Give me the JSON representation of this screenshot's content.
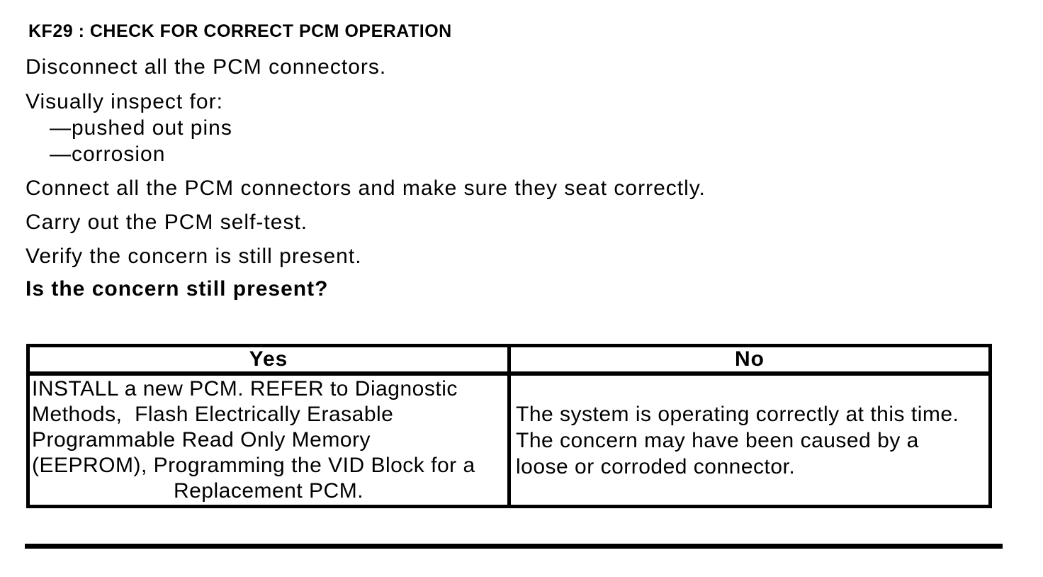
{
  "document": {
    "heading": "KF29 : CHECK FOR CORRECT PCM OPERATION",
    "steps": [
      "Disconnect all the PCM connectors.",
      "Visually inspect for:",
      "Connect all the PCM connectors and make sure they seat correctly.",
      "Carry out the PCM self-test.",
      "Verify the concern is still present."
    ],
    "inspect_items": [
      "—pushed out pins",
      "—corrosion"
    ],
    "question": "Is the concern still present?"
  },
  "table": {
    "headers": [
      "Yes",
      "No"
    ],
    "yes_lines": [
      "INSTALL a new PCM. REFER to Diagnostic",
      "Methods,  Flash Electrically Erasable",
      "Programmable Read Only Memory",
      "(EEPROM), Programming the VID Block for a",
      "Replacement PCM."
    ],
    "no_lines": [
      "The system is operating correctly at this time.",
      "The concern may have been caused by a",
      "loose or corroded connector."
    ]
  },
  "colors": {
    "text": "#000000",
    "background": "#ffffff",
    "border": "#000000"
  }
}
